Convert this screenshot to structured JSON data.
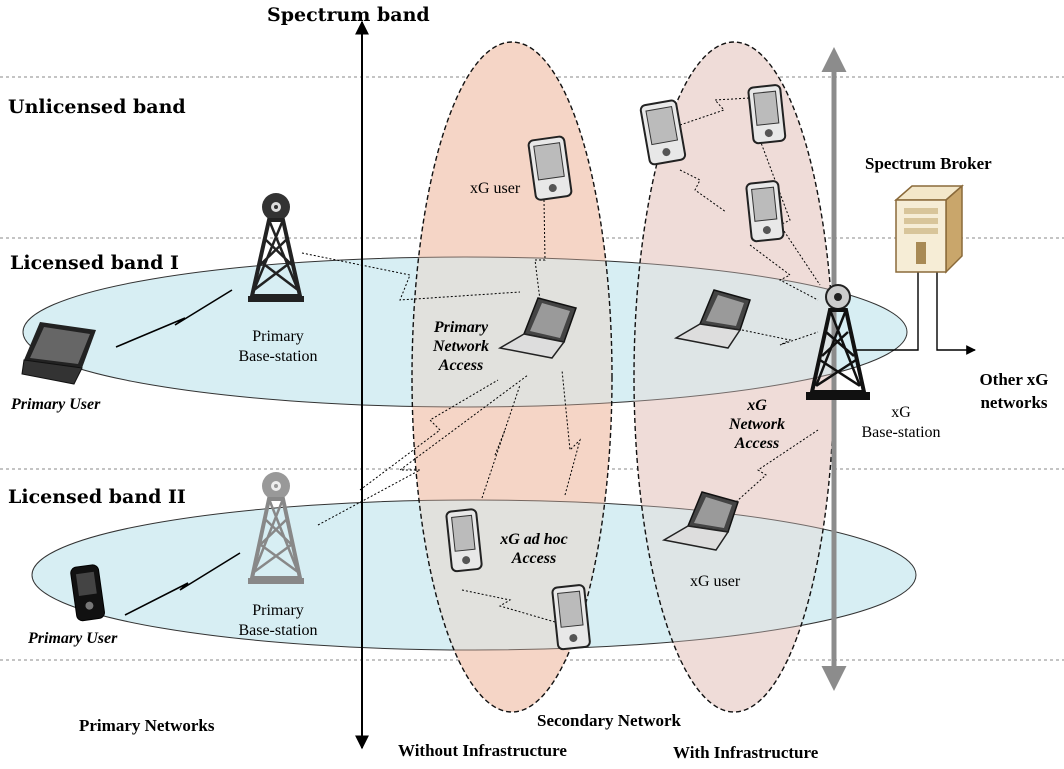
{
  "axis": {
    "title": "Spectrum band"
  },
  "bands": {
    "unlicensed": "Unlicensed band",
    "licensed_1": "Licensed band I",
    "licensed_2": "Licensed band II"
  },
  "primary": {
    "base_station_1": "Primary\nBase-station",
    "base_station_2": "Primary\nBase-station",
    "user_1": "Primary User",
    "user_2": "Primary User",
    "networks": "Primary Networks"
  },
  "secondary": {
    "xg_user_top": "xG user",
    "primary_network_access": "Primary\nNetwork\nAccess",
    "xg_adhoc_access": "xG ad hoc\nAccess",
    "xg_network_access": "xG\nNetwork\nAccess",
    "xg_base_station": "xG\nBase-station",
    "xg_user_bottom": "xG user",
    "spectrum_broker": "Spectrum Broker",
    "other_xg_networks": "Other xG\nnetworks",
    "secondary_network": "Secondary Network",
    "without_infrastructure": "Without Infrastructure",
    "with_infrastructure": "With Infrastructure"
  },
  "colors": {
    "licensed_ellipse": "#d7eef3",
    "without_infra_fill": "#f6dccf",
    "with_infra_fill": "#f1e1de",
    "gray_axis": "#8c8c8c"
  }
}
